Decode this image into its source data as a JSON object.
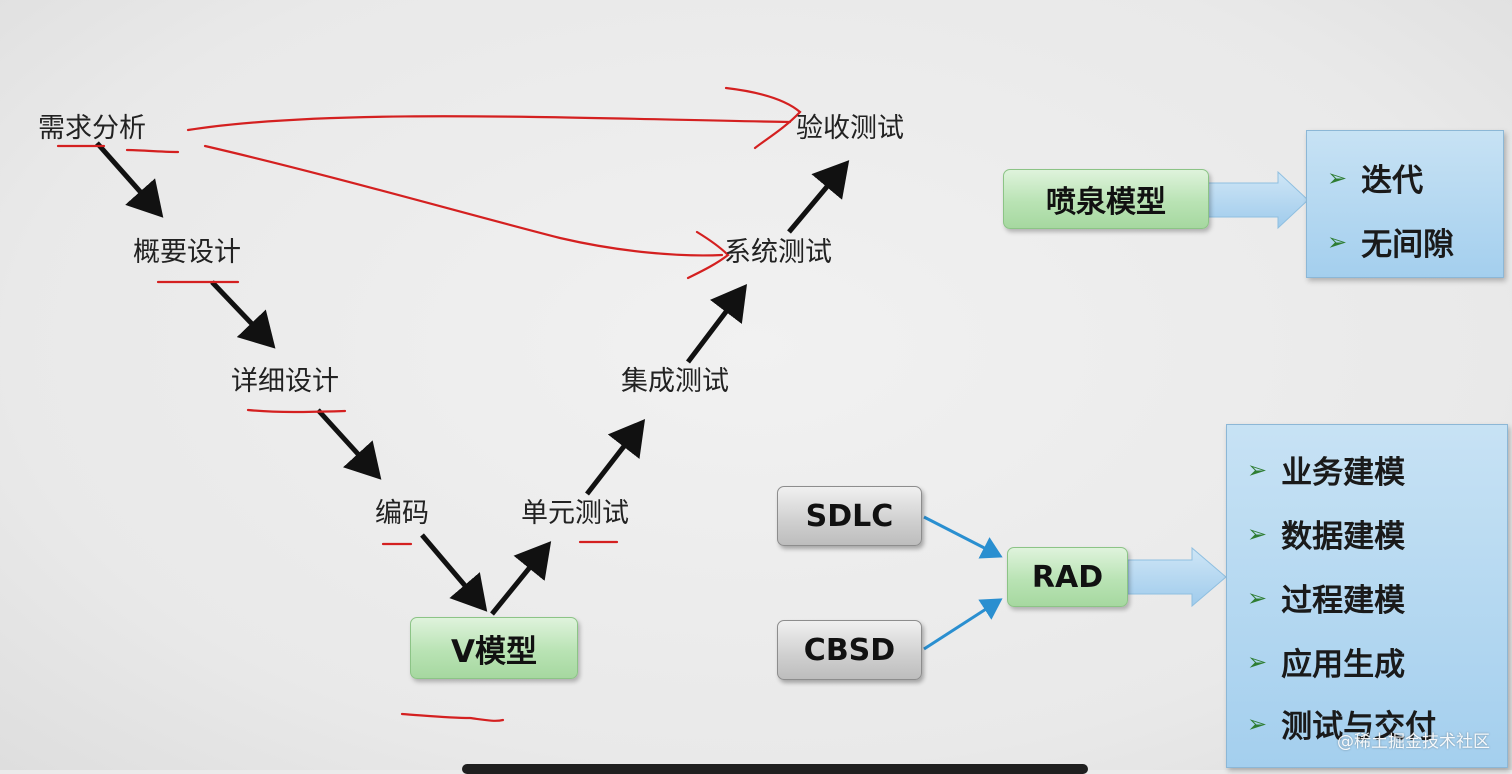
{
  "v_model": {
    "stages": {
      "requirements": "需求分析",
      "outline_design": "概要设计",
      "detailed_design": "详细设计",
      "coding": "编码",
      "unit_test": "单元测试",
      "integration_test": "集成测试",
      "system_test": "系统测试",
      "acceptance_test": "验收测试"
    },
    "label": "V模型"
  },
  "fountain": {
    "label": "喷泉模型",
    "features": [
      "迭代",
      "无间隙"
    ]
  },
  "rad": {
    "inputs": [
      "SDLC",
      "CBSD"
    ],
    "label": "RAD",
    "features": [
      "业务建模",
      "数据建模",
      "过程建模",
      "应用生成",
      "测试与交付"
    ]
  },
  "watermark": "@稀土掘金技术社区",
  "colors": {
    "annotation_red": "#d42020",
    "arrow_blue": "#2a8fd0",
    "bullet_green": "#2e7d32"
  }
}
